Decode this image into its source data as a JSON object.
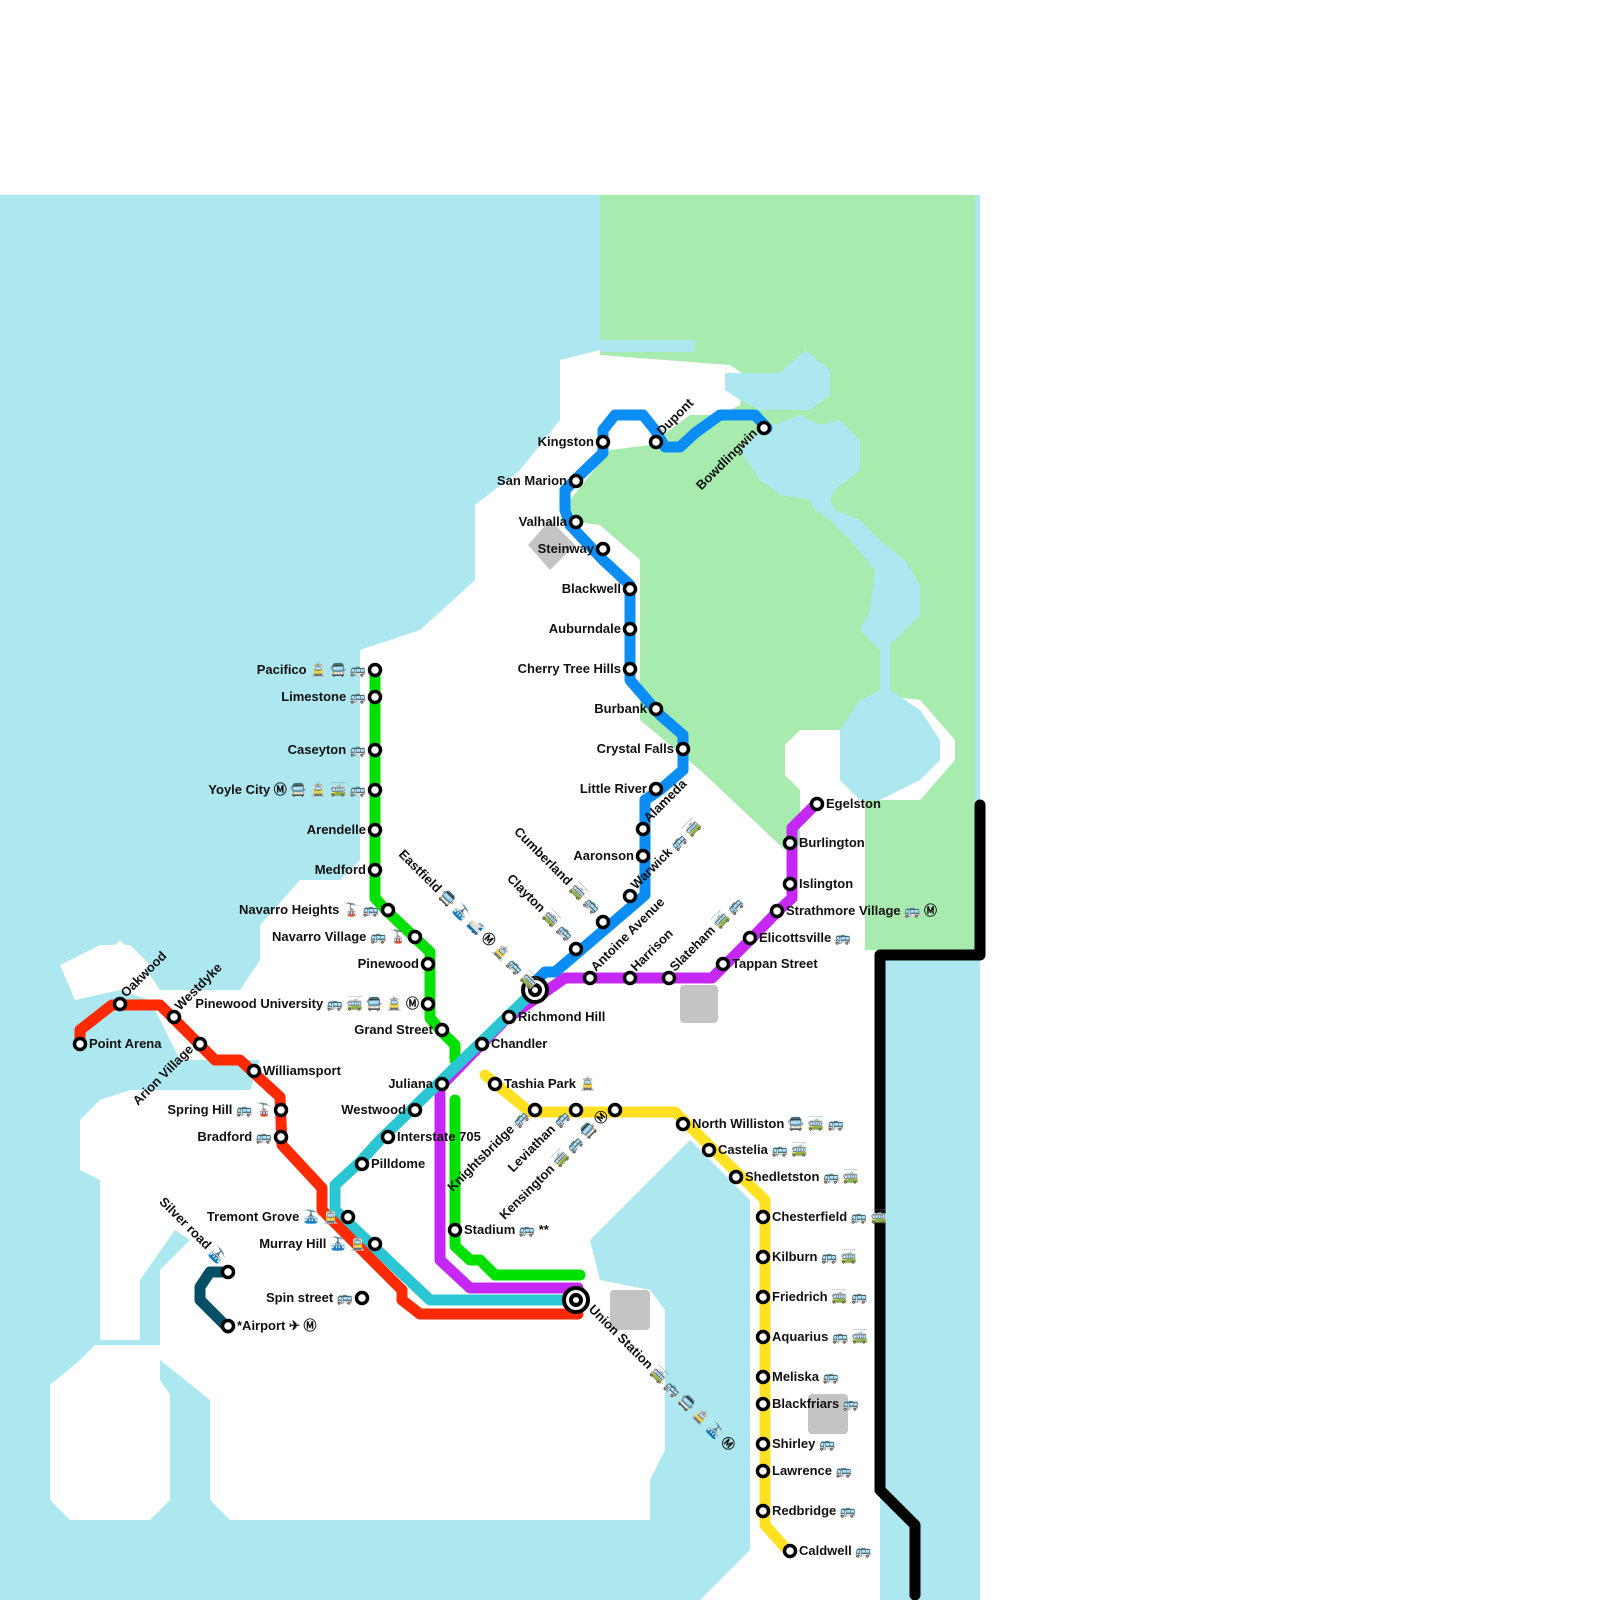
{
  "map": {
    "colors": {
      "water": "#ADE7EF",
      "park": "#A8EBAE",
      "land": "#ffffff",
      "landmark": "#C4C4C4"
    },
    "lines": [
      {
        "id": "blue",
        "color": "#0A8DF5"
      },
      {
        "id": "green",
        "color": "#00E100"
      },
      {
        "id": "purple",
        "color": "#C528F5"
      },
      {
        "id": "cyan",
        "color": "#2BC6D4"
      },
      {
        "id": "red",
        "color": "#FF2A00"
      },
      {
        "id": "yellow",
        "color": "#FFE122"
      },
      {
        "id": "navy",
        "color": "#054F66"
      },
      {
        "id": "black",
        "color": "#000000"
      }
    ],
    "stations": [
      {
        "name": "Kingston",
        "icons": ""
      },
      {
        "name": "Dupont",
        "icons": ""
      },
      {
        "name": "Bowdlingwin",
        "icons": ""
      },
      {
        "name": "San Marion",
        "icons": ""
      },
      {
        "name": "Valhalla",
        "icons": ""
      },
      {
        "name": "Steinway",
        "icons": ""
      },
      {
        "name": "Blackwell",
        "icons": ""
      },
      {
        "name": "Auburndale",
        "icons": ""
      },
      {
        "name": "Cherry Tree Hills",
        "icons": ""
      },
      {
        "name": "Burbank",
        "icons": ""
      },
      {
        "name": "Crystal Falls",
        "icons": ""
      },
      {
        "name": "Little River",
        "icons": ""
      },
      {
        "name": "Alameda",
        "icons": ""
      },
      {
        "name": "Aaronson",
        "icons": ""
      },
      {
        "name": "Warwick",
        "icons": "🚌 🚎"
      },
      {
        "name": "Cumberland",
        "icons": "🚎 🚌"
      },
      {
        "name": "Clayton",
        "icons": "🚎 🚌"
      },
      {
        "name": "Eastfield",
        "icons": "🚍 🚠 🚅 Ⓜ 🚊 🚌 🚎"
      },
      {
        "name": "Antoine Avenue",
        "icons": ""
      },
      {
        "name": "Harrison",
        "icons": ""
      },
      {
        "name": "Slateham",
        "icons": "🚎 🚌"
      },
      {
        "name": "Tappan Street",
        "icons": ""
      },
      {
        "name": "Elicottsville",
        "icons": "🚌"
      },
      {
        "name": "Strathmore Village",
        "icons": "🚌 Ⓜ"
      },
      {
        "name": "Islington",
        "icons": ""
      },
      {
        "name": "Burlington",
        "icons": ""
      },
      {
        "name": "Egelston",
        "icons": ""
      },
      {
        "name": "Pacifico",
        "icons": "🚊 🚍 🚌"
      },
      {
        "name": "Limestone",
        "icons": "🚌"
      },
      {
        "name": "Caseyton",
        "icons": "🚌"
      },
      {
        "name": "Yoyle City",
        "icons": "Ⓜ 🚍 🚊 🚎 🚌"
      },
      {
        "name": "Arendelle",
        "icons": ""
      },
      {
        "name": "Medford",
        "icons": ""
      },
      {
        "name": "Navarro Heights",
        "icons": "🚡 🚌"
      },
      {
        "name": "Navarro Village",
        "icons": "🚌 🚡"
      },
      {
        "name": "Pinewood",
        "icons": ""
      },
      {
        "name": "Pinewood University",
        "icons": "🚌 🚎 🚍 🚊 Ⓜ"
      },
      {
        "name": "Grand Street",
        "icons": ""
      },
      {
        "name": "Juliana",
        "icons": ""
      },
      {
        "name": "Westwood",
        "icons": ""
      },
      {
        "name": "Interstate 705",
        "icons": ""
      },
      {
        "name": "Pilldome",
        "icons": ""
      },
      {
        "name": "Richmond Hill",
        "icons": ""
      },
      {
        "name": "Chandler",
        "icons": ""
      },
      {
        "name": "Tashia Park",
        "icons": "🚊"
      },
      {
        "name": "Knightsbridge",
        "icons": "🚌"
      },
      {
        "name": "Leviathan",
        "icons": "🚌"
      },
      {
        "name": "Kensington",
        "icons": "🚎 🚌 🚍 Ⓜ"
      },
      {
        "name": "North Williston",
        "icons": "🚍 🚎  🚌"
      },
      {
        "name": "Castelia",
        "icons": "🚌 🚎"
      },
      {
        "name": "Shedletston",
        "icons": "🚌 🚎"
      },
      {
        "name": "Chesterfield",
        "icons": "🚌 🚎"
      },
      {
        "name": "Kilburn",
        "icons": "🚌 🚎"
      },
      {
        "name": "Friedrich",
        "icons": "🚎 🚌"
      },
      {
        "name": "Aquarius",
        "icons": "🚌 🚎"
      },
      {
        "name": "Meliska",
        "icons": "🚌"
      },
      {
        "name": "Blackfriars",
        "icons": "🚌"
      },
      {
        "name": "Shirley",
        "icons": "🚌"
      },
      {
        "name": "Lawrence",
        "icons": "🚌"
      },
      {
        "name": "Redbridge",
        "icons": "🚌"
      },
      {
        "name": "Caldwell",
        "icons": "🚌"
      },
      {
        "name": "Stadium",
        "icons": "🚌 **"
      },
      {
        "name": "Union Station",
        "icons": "🚎 🚌 🚍 🚊 🚠 Ⓜ"
      },
      {
        "name": "Point Arena",
        "icons": ""
      },
      {
        "name": "Oakwood",
        "icons": ""
      },
      {
        "name": "Westdyke",
        "icons": ""
      },
      {
        "name": "Arion Village",
        "icons": ""
      },
      {
        "name": "Williamsport",
        "icons": ""
      },
      {
        "name": "Spring Hill",
        "icons": "🚌 🚡"
      },
      {
        "name": "Bradford",
        "icons": "🚌"
      },
      {
        "name": "Tremont Grove",
        "icons": "🚠 🚊"
      },
      {
        "name": "Murray Hill",
        "icons": "🚠 🚊"
      },
      {
        "name": "Silver road",
        "icons": "🚠"
      },
      {
        "name": "Spin street",
        "icons": "🚌"
      },
      {
        "name": "*Airport",
        "icons": "✈ Ⓜ"
      }
    ]
  }
}
